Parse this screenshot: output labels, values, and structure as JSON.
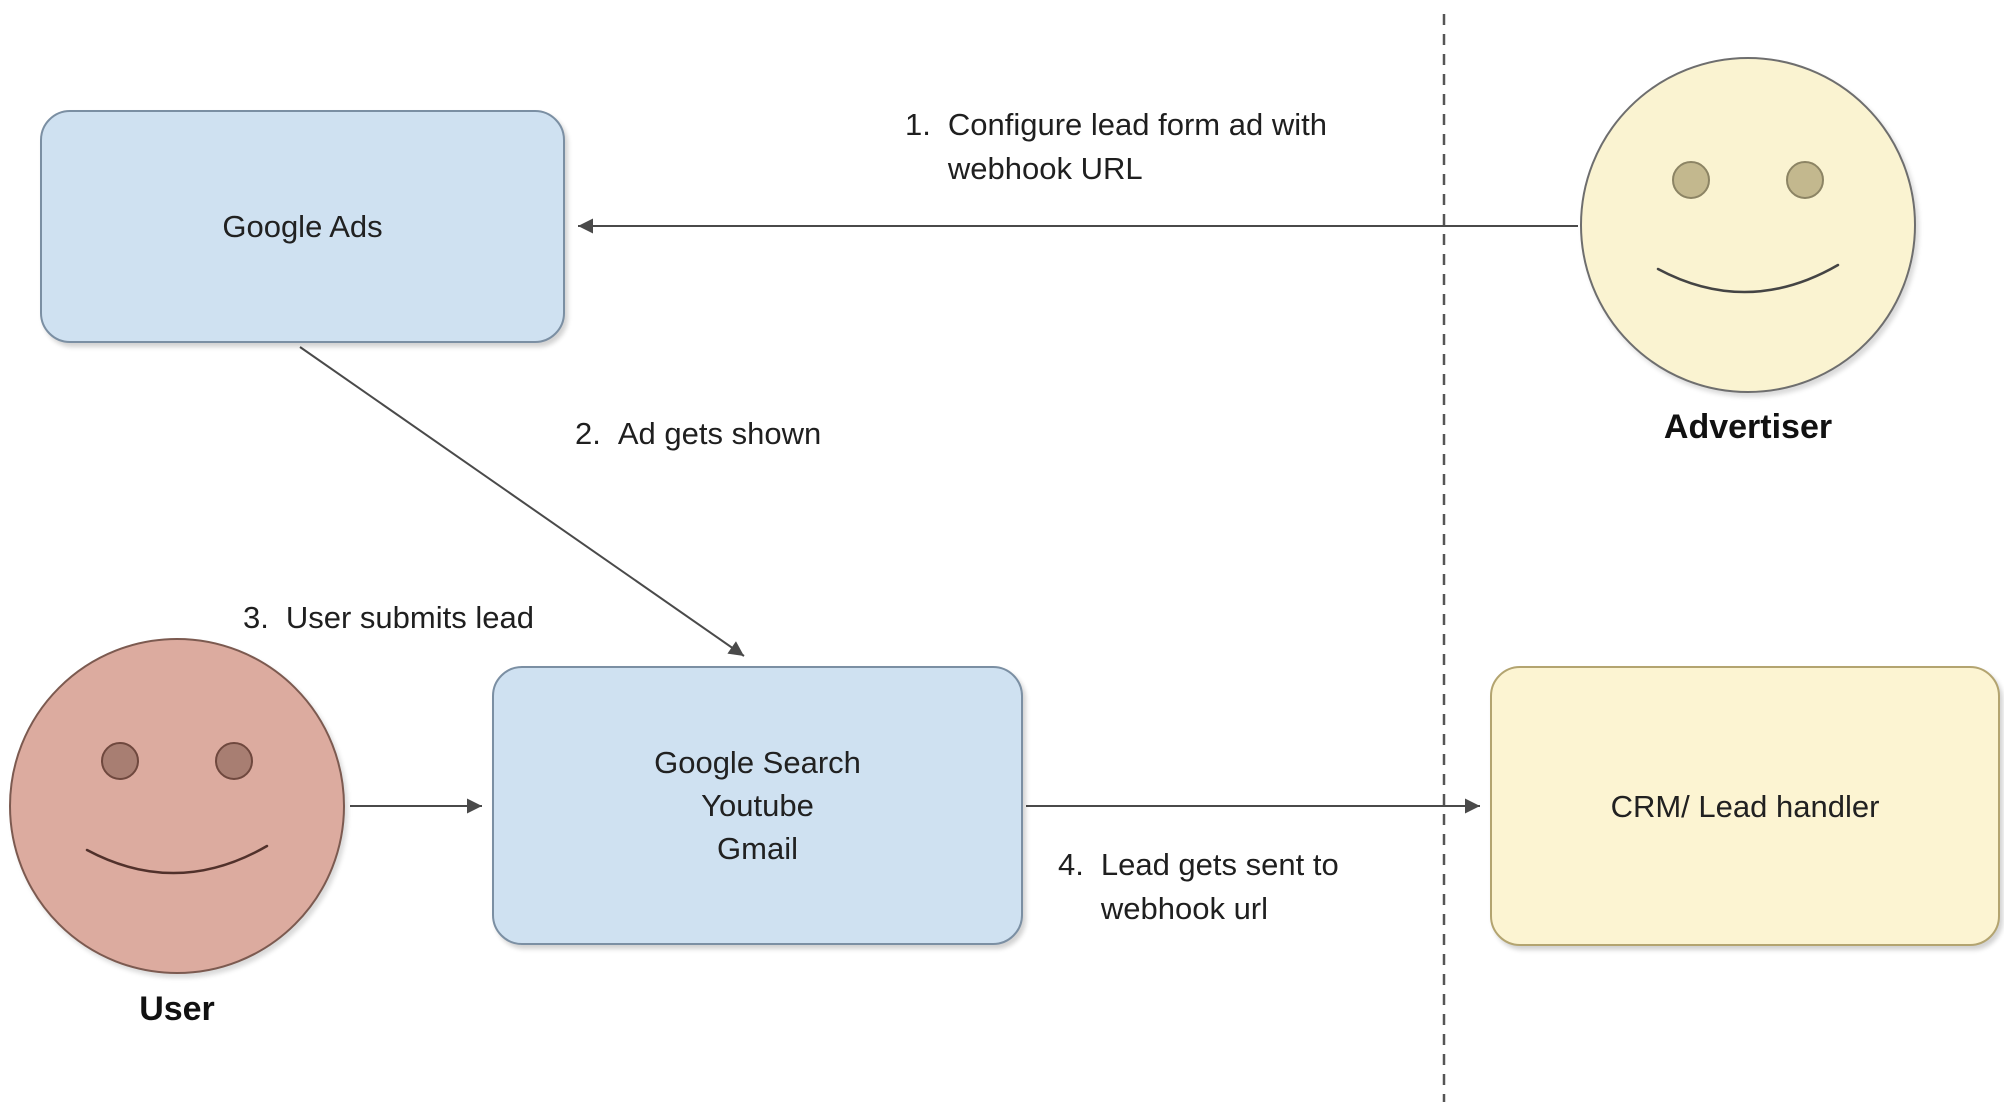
{
  "nodes": {
    "google_ads": {
      "label": "Google Ads"
    },
    "google_surfaces": {
      "line1": "Google Search",
      "line2": "Youtube",
      "line3": "Gmail"
    },
    "crm": {
      "label": "CRM/ Lead handler"
    }
  },
  "actors": {
    "advertiser": {
      "label": "Advertiser"
    },
    "user": {
      "label": "User"
    }
  },
  "steps": {
    "s1": {
      "num": "1.",
      "line1": "Configure lead form ad with",
      "line2": "webhook URL"
    },
    "s2": {
      "num": "2.",
      "text": "Ad gets shown"
    },
    "s3": {
      "num": "3.",
      "text": "User submits lead"
    },
    "s4": {
      "num": "4.",
      "line1": "Lead gets sent to",
      "line2": "webhook url"
    }
  },
  "colors": {
    "node_blue_fill": "#cfe1f1",
    "node_blue_stroke": "#7b8fa3",
    "node_yellow_fill": "#fcf4d2",
    "node_yellow_stroke": "#b3a470",
    "face_yellow_fill": "#faf3d1",
    "face_pink_fill": "#dcab9f",
    "arrow": "#4a4a4a",
    "background": "#ffffff"
  }
}
